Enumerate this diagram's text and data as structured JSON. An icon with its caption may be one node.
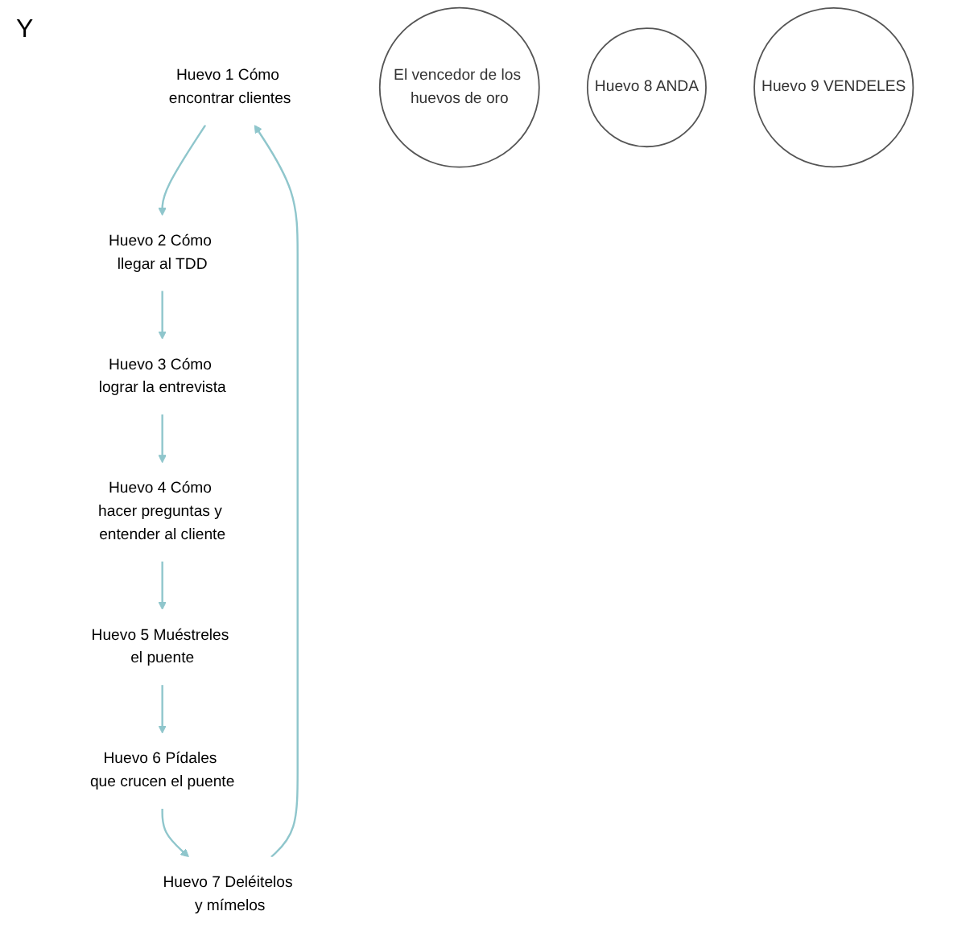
{
  "diagram": {
    "nodes": [
      {
        "text": [
          "Huevo 1 Cómo encontrar clientes"
        ]
      },
      {
        "text": [
          "Huevo 2 Cómo llegar al TDD"
        ]
      },
      {
        "text": [
          "Huevo 3 Cómo lograr la entrevista"
        ]
      },
      {
        "text": [
          "Huevo 4 Cómo hacer preguntas y entender al cliente"
        ]
      },
      {
        "text": [
          "Huevo 5 Muéstreles el puente"
        ]
      },
      {
        "text": [
          "Huevo 6 Pídales que crucen el puente"
        ]
      },
      {
        "text": [
          "Huevo 7 Deléitelos y mímelos"
        ]
      },
      {
        "text": [
          "El vencedor de los huevos de oro"
        ]
      },
      {
        "text": [
          "Huevo 8 ANDA"
        ]
      },
      {
        "text": [
          "Huevo 9 VENDELES"
        ]
      }
    ],
    "edges": [
      {
        "from": 0,
        "to": 1,
        "arrow": "to"
      },
      {
        "from": 1,
        "to": 2,
        "arrow": "to"
      },
      {
        "from": 2,
        "to": 3,
        "arrow": "to"
      },
      {
        "from": 3,
        "to": 4,
        "arrow": "to"
      },
      {
        "from": 4,
        "to": 5,
        "arrow": "to"
      },
      {
        "from": 5,
        "to": 6,
        "arrow": "to"
      },
      {
        "from": 6,
        "to": 0,
        "arrow": "to"
      }
    ],
    "labels": [
      "Y"
    ]
  }
}
